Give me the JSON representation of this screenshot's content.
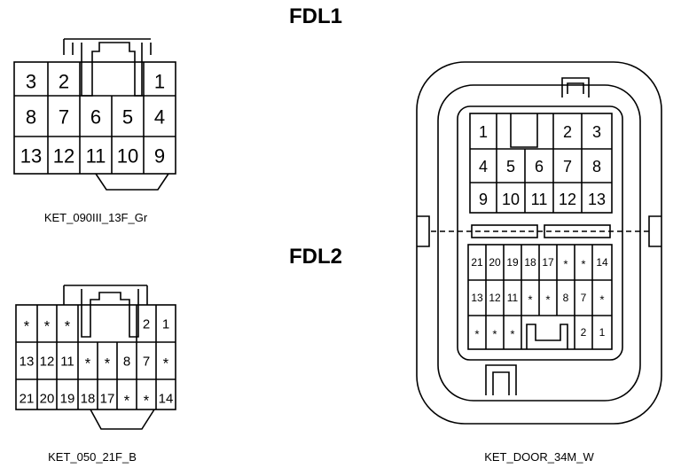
{
  "titles": {
    "fdl1": "FDL1",
    "fdl2": "FDL2"
  },
  "connectors": {
    "c13": {
      "caption": "KET_090III_13F_Gr",
      "rows": [
        [
          "3",
          "2",
          "",
          "",
          "1"
        ],
        [
          "8",
          "7",
          "6",
          "5",
          "4"
        ],
        [
          "13",
          "12",
          "11",
          "10",
          "9"
        ]
      ]
    },
    "c21": {
      "caption": "KET_050_21F_B",
      "rows": [
        [
          "*",
          "*",
          "*",
          "",
          "",
          "",
          "",
          "2",
          "1"
        ],
        [
          "13",
          "12",
          "11",
          "*",
          "*",
          "8",
          "7",
          "*"
        ],
        [
          "21",
          "20",
          "19",
          "18",
          "17",
          "*",
          "*",
          "14"
        ]
      ]
    },
    "c34": {
      "caption": "KET_DOOR_34M_W",
      "upper": [
        [
          "1",
          "",
          "",
          "2",
          "3"
        ],
        [
          "4",
          "5",
          "6",
          "7",
          "8"
        ],
        [
          "9",
          "10",
          "11",
          "12",
          "13"
        ]
      ],
      "lower": [
        [
          "21",
          "20",
          "19",
          "18",
          "17",
          "*",
          "*",
          "14"
        ],
        [
          "13",
          "12",
          "11",
          "*",
          "*",
          "8",
          "7",
          "*"
        ],
        [
          "*",
          "*",
          "*",
          "",
          "",
          "",
          "2",
          "1"
        ]
      ]
    }
  }
}
